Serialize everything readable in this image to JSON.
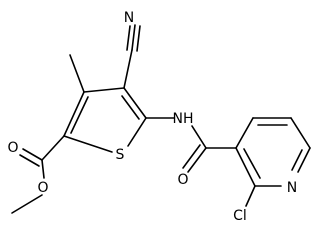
{
  "molecule": {
    "atoms": {
      "nitrile_n": "N",
      "ring_s": "S",
      "amide_nh": "NH",
      "amide_o": "O",
      "pyridine_n": "N",
      "cl": "Cl",
      "ester_o_carbonyl": "O",
      "ester_o_ether": "O"
    }
  },
  "colors": {
    "bond": "#000000",
    "text": "#000000",
    "background": "#ffffff"
  }
}
